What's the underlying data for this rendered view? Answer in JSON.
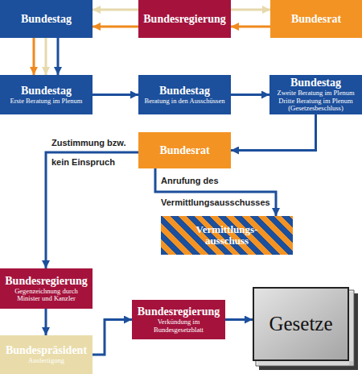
{
  "diagram": {
    "nodes": [
      {
        "text": [
          "Bundestag"
        ]
      },
      {
        "text": [
          "Bundesregierung"
        ]
      },
      {
        "text": [
          "Bundesrat"
        ]
      },
      {
        "text": [
          "Bundestag",
          "Erste Beratung im Plenum"
        ]
      },
      {
        "text": [
          "Bundestag",
          "Beratung in den Ausschüssen"
        ]
      },
      {
        "text": [
          "Bundestag",
          "Zweite Beratung im Plenum Dritte Beratung im Plenum (Gesetzesbeschluss)"
        ]
      },
      {
        "text": [
          "Bundesrat"
        ]
      },
      {
        "text": [
          "Vermittlungs- ausschuss"
        ]
      },
      {
        "text": [
          "Bundesregierung",
          "Gegenzeichnung durch Minister und Kanzler"
        ]
      },
      {
        "text": [
          "Bundespräsident",
          "Ausfertigung"
        ]
      },
      {
        "text": [
          "Bundesregierung",
          "Verkündung im Bundesgesetzblatt"
        ]
      },
      {
        "text": [
          "Gesetze"
        ]
      }
    ],
    "edges": [
      {
        "from": 1,
        "to": 0,
        "arrow": "to"
      },
      {
        "from": 1,
        "to": 0,
        "arrow": "to"
      },
      {
        "from": 1,
        "to": 2,
        "arrow": "to"
      },
      {
        "from": 2,
        "to": 1,
        "arrow": "to"
      },
      {
        "from": 0,
        "to": 3,
        "arrow": "to"
      },
      {
        "from": 0,
        "to": 3,
        "arrow": "to"
      },
      {
        "from": 0,
        "to": 3,
        "arrow": "to"
      },
      {
        "from": 3,
        "to": 4,
        "arrow": "to"
      },
      {
        "from": 4,
        "to": 5,
        "arrow": "to"
      },
      {
        "from": 5,
        "to": 6,
        "arrow": "to"
      },
      {
        "from": 6,
        "to": 8,
        "label": "Zustimmung bzw. kein Einspruch",
        "arrow": "to"
      },
      {
        "from": 6,
        "to": 7,
        "label": "Anrufung des Vermittlungsausschusses",
        "arrow": "to"
      },
      {
        "from": 8,
        "to": 9,
        "arrow": "to"
      },
      {
        "from": 9,
        "to": 10,
        "arrow": "to"
      },
      {
        "from": 10,
        "to": 11,
        "arrow": "to"
      }
    ]
  }
}
